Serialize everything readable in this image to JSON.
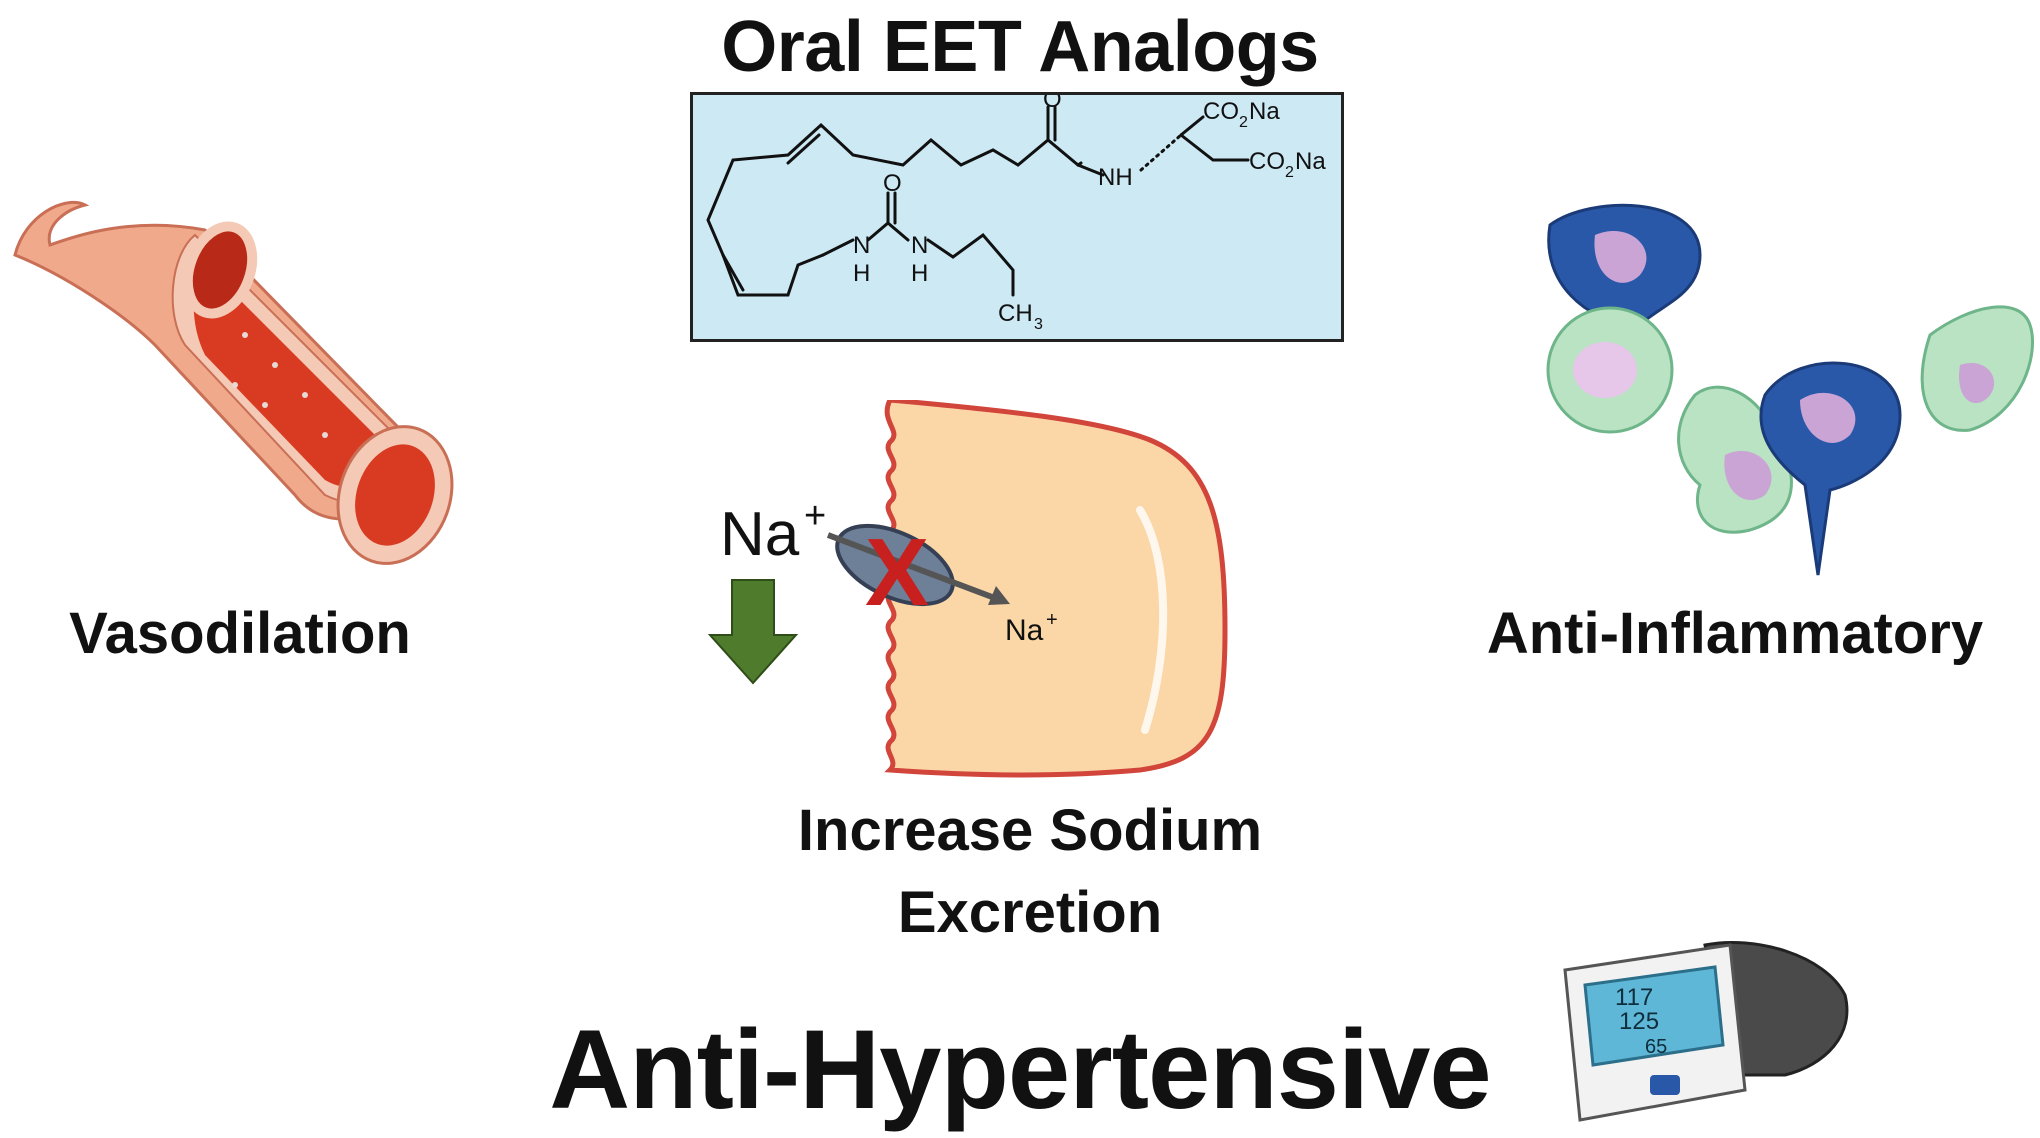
{
  "title": "Oral EET Analogs",
  "chemical": {
    "labels": {
      "o_amide": "O",
      "nh_amide": "NH",
      "co2na_top": "CO",
      "co2na_top_sub": "2",
      "co2na_top_end": "Na",
      "co2na_right": "CO",
      "co2na_right_sub": "2",
      "co2na_right_end": "Na",
      "o_urea": "O",
      "n1": "N",
      "h1": "H",
      "n2": "N",
      "h2": "H",
      "ch3": "CH",
      "ch3_sub": "3"
    }
  },
  "cell": {
    "na_outside": "Na",
    "na_outside_charge": "+",
    "na_inside": "Na",
    "na_inside_charge": "+",
    "block_mark": "X"
  },
  "labels": {
    "vasodilation": "Vasodilation",
    "anti_inflammatory": "Anti-Inflammatory",
    "sodium_line1": "Increase Sodium",
    "sodium_line2": "Excretion",
    "anti_hypertensive": "Anti-Hypertensive"
  },
  "monitor": {
    "reading1": "117",
    "reading2": "125",
    "reading3": "65"
  },
  "colors": {
    "chem_bg": "#cce9f4",
    "cell_fill": "#fbd7a8",
    "cell_edge": "#d2453b",
    "arrow_green": "#4e7b2c",
    "x_red": "#c8201e",
    "vessel_outer": "#f1a98b",
    "vessel_blood": "#d83b22",
    "immune_blue": "#2a58a8",
    "immune_green": "#b9e3c3",
    "nucleus": "#c9a4d4"
  }
}
